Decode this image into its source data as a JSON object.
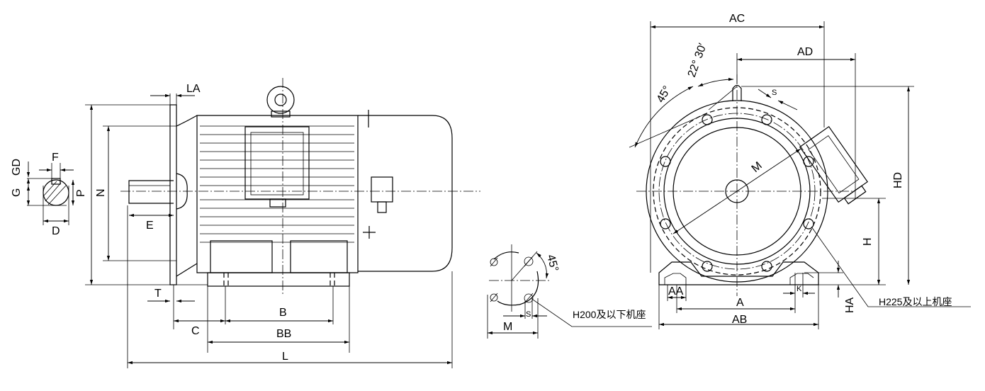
{
  "side_view": {
    "labels": {
      "LA": "LA",
      "F": "F",
      "GD": "GD",
      "G": "G",
      "D": "D",
      "P": "P",
      "N": "N",
      "E": "E",
      "T": "T",
      "C": "C",
      "B": "B",
      "BB": "BB",
      "L": "L"
    }
  },
  "flange_detail": {
    "M": "M",
    "S": "S",
    "angle": "45°",
    "note": "H200及以下机座"
  },
  "end_view": {
    "labels": {
      "AC": "AC",
      "AD": "AD",
      "angle_small": "22° 30′",
      "angle_large": "45°",
      "S": "S",
      "M": "M",
      "HD": "HD",
      "H": "H",
      "A": "A",
      "AA": "AA",
      "AB": "AB",
      "K": "K",
      "HA": "HA"
    },
    "note": "H225及以上机座"
  }
}
